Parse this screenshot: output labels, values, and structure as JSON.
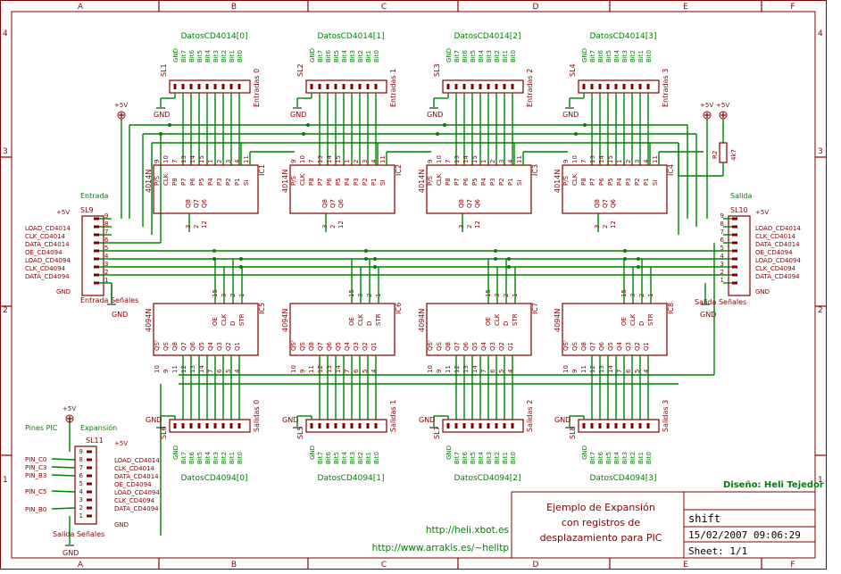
{
  "frame": {
    "columns": [
      "A",
      "B",
      "C",
      "D",
      "E",
      "F"
    ],
    "rows": [
      "4",
      "3",
      "2",
      "1"
    ]
  },
  "title_block": {
    "line1": "Ejemplo de Expansión",
    "line2": "con registros de",
    "line3": "desplazamiento para PIC",
    "name": "shift",
    "date": "15/02/2007  09:06:29",
    "sheet": "Sheet: 1/1",
    "designer": "Diseño: Heli Tejedor",
    "url1": "http://heli.xbot.es",
    "url2": "http://www.arrakis.es/~helitp"
  },
  "common": {
    "supply": "+5V",
    "gnd": "GND",
    "bits": [
      "Bit7",
      "Bit6",
      "Bit5",
      "Bit4",
      "Bit3",
      "Bit2",
      "Bit1",
      "Bit0"
    ],
    "pins_4014": [
      "9",
      "10",
      "7",
      "13",
      "14",
      "15",
      "1",
      "2",
      "3",
      "4",
      "11"
    ],
    "labels_4014_top": [
      "P/S",
      "CLK",
      "P8",
      "P7",
      "P6",
      "P5",
      "P4",
      "P3",
      "P2",
      "P1",
      "SI"
    ],
    "labels_4014_bot": [
      "Q8",
      "Q7",
      "Q6"
    ],
    "pins_4014_bot": [
      "3",
      "2",
      "12"
    ],
    "pins_4094_top": [
      "15",
      "3",
      "2",
      "1"
    ],
    "labels_4094_top": [
      "OE",
      "CLK",
      "D",
      "STR"
    ],
    "labels_4094_bot": [
      "QS'",
      "QS",
      "Q8",
      "Q7",
      "Q6",
      "Q5",
      "Q4",
      "Q3",
      "Q2",
      "Q1"
    ],
    "pins_4094_bot": [
      "10",
      "9",
      "11",
      "12",
      "13",
      "14",
      "7",
      "6",
      "5",
      "4"
    ],
    "conn_pins": [
      "9",
      "8",
      "7",
      "6",
      "5",
      "4",
      "3",
      "2",
      "1"
    ],
    "ic_type_4014": "4014N",
    "ic_type_4094": "4094N",
    "r2_name": "R2",
    "r2_value": "4k7"
  },
  "top_blocks": [
    {
      "label": "DatosCD4014[0]",
      "conn": "SL1",
      "conn_desc": "Entradas 0",
      "ic": "IC1"
    },
    {
      "label": "DatosCD4014[1]",
      "conn": "SL2",
      "conn_desc": "Entradas 1",
      "ic": "IC2"
    },
    {
      "label": "DatosCD4014[2]",
      "conn": "SL3",
      "conn_desc": "Entradas 2",
      "ic": "IC3"
    },
    {
      "label": "DatosCD4014[3]",
      "conn": "SL4",
      "conn_desc": "Entradas 3",
      "ic": "IC4"
    }
  ],
  "bottom_blocks": [
    {
      "label": "DatosCD4094[0]",
      "conn": "SL6",
      "conn_desc": "Salidas 0",
      "ic": "IC5"
    },
    {
      "label": "DatosCD4094[1]",
      "conn": "SL5",
      "conn_desc": "Salidas 1",
      "ic": "IC6"
    },
    {
      "label": "DatosCD4094[2]",
      "conn": "SL7",
      "conn_desc": "Salidas 2",
      "ic": "IC7"
    },
    {
      "label": "DatosCD4094[3]",
      "conn": "SL8",
      "conn_desc": "Salidas 3",
      "ic": "IC8"
    }
  ],
  "entrada": {
    "title": "Entrada",
    "conn": "SL9",
    "desc": "Entrada Señales",
    "signals": [
      "+5V",
      "LOAD_CD4014",
      "CLK_CD4014",
      "DATA_CD4014",
      "OE_CD4094",
      "LOAD_CD4094",
      "CLK_CD4094",
      "DATA_CD4094",
      "GND"
    ]
  },
  "salida": {
    "title": "Salida",
    "conn": "SL10",
    "desc": "Salida Señales",
    "signals": [
      "+5V",
      "LOAD_CD4014",
      "CLK_CD4014",
      "DATA_CD4014",
      "OE_CD4094",
      "LOAD_CD4094",
      "CLK_CD4094",
      "DATA_CD4094",
      "GND"
    ]
  },
  "expansion": {
    "title": "Pines PIC",
    "subtitle": "Expansión",
    "conn": "SL11",
    "desc": "Salida Señales",
    "pins": [
      "PIN_C0",
      "PIN_C3",
      "PIN_B3",
      "PIN_C5",
      "PIN_B0"
    ],
    "signals": [
      "+5V",
      "LOAD_CD4014",
      "CLK_CD4014",
      "DATA_CD4014",
      "OE_CD4094",
      "LOAD_CD4094",
      "CLK_CD4094",
      "DATA_CD4094",
      "GND"
    ]
  }
}
